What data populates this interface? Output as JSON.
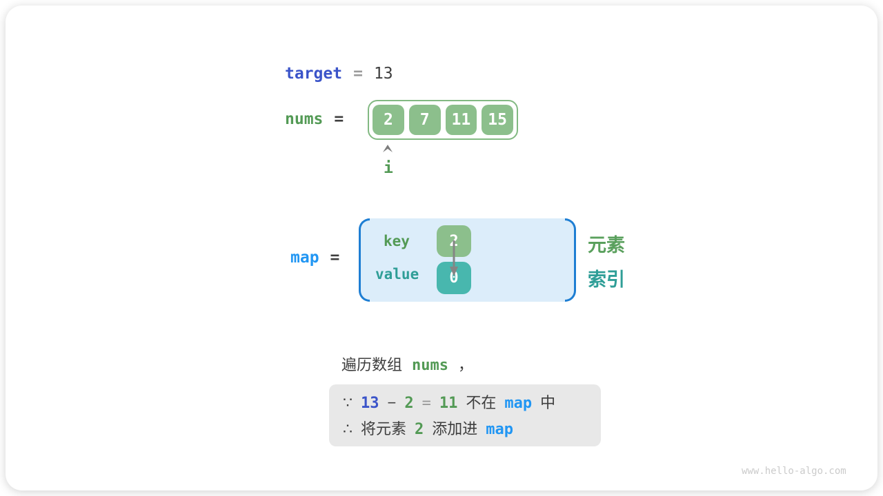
{
  "colors": {
    "indigo_blue": "#3b54c9",
    "bright_blue": "#2196f3",
    "bracket_blue": "#1e7ed3",
    "code_green": "#539a55",
    "code_teal": "#2f9e97",
    "cell_green_fill": "#8cbf8c",
    "cell_teal_fill": "#48b7ae",
    "array_border_green": "#82b982",
    "map_box_bg": "#dcedfa",
    "note_box_bg": "#e8e8e8",
    "text_dark": "#3e3e3e",
    "equals_gray": "#9a9a9a",
    "arrow_gray": "#858585",
    "watermark_gray": "#cbcbcb"
  },
  "target_row": {
    "label": "target",
    "equals": "=",
    "value": "13"
  },
  "nums_row": {
    "label": "nums",
    "equals": "="
  },
  "array": {
    "cells": [
      "2",
      "7",
      "11",
      "15"
    ],
    "pointer_label": "i"
  },
  "map_row": {
    "label": "map",
    "equals": "="
  },
  "map_box": {
    "key_label": "key",
    "value_label": "value",
    "key_cell": "2",
    "value_cell": "0"
  },
  "side_labels": {
    "element": "元素",
    "index": "索引"
  },
  "caption": {
    "prefix": "遍历数组",
    "code": "nums",
    "comma": "，"
  },
  "note": {
    "line1": {
      "sign": "∵",
      "minuend": "13",
      "minus": "−",
      "subtrahend": "2",
      "equals": "=",
      "difference": "11",
      "middle": "不在",
      "map": "map",
      "suffix": "中"
    },
    "line2": {
      "sign": "∴",
      "prefix": "将元素",
      "value": "2",
      "middle": "添加进",
      "map": "map"
    }
  },
  "watermark": "www.hello-algo.com"
}
